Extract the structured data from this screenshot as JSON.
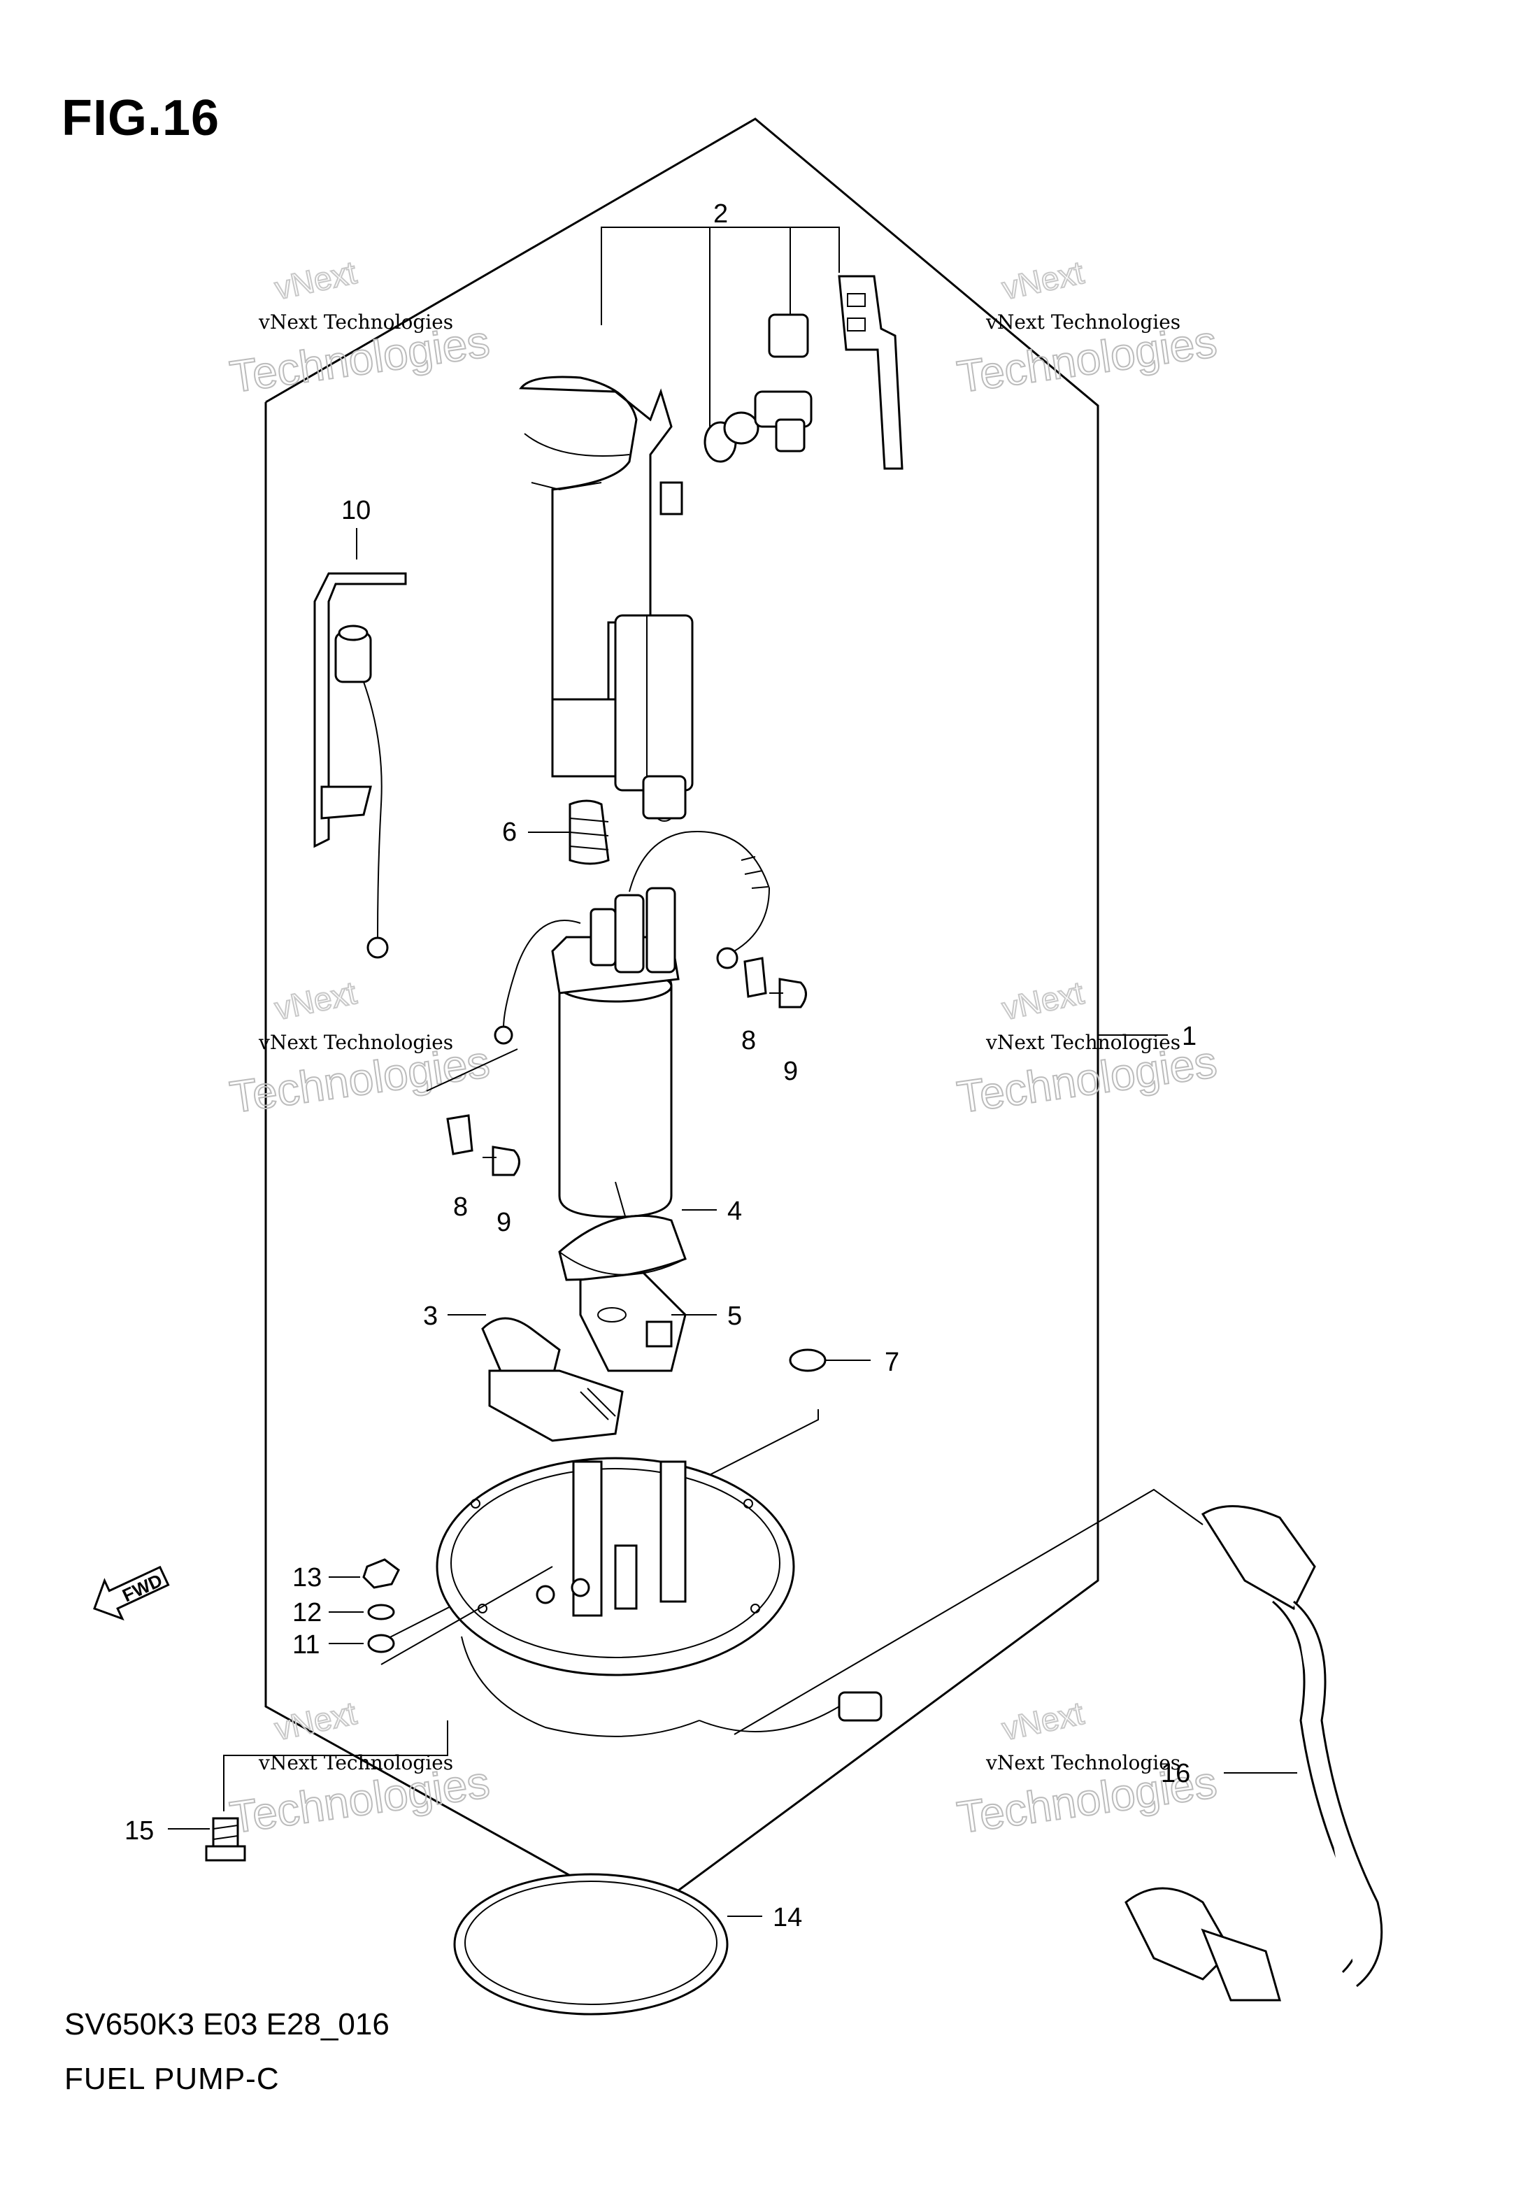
{
  "figure": {
    "title": "FIG.16",
    "code": "SV650K3 E03 E28_016",
    "name": "FUEL PUMP-C"
  },
  "callouts": [
    "1",
    "2",
    "3",
    "4",
    "5",
    "6",
    "7",
    "8",
    "9",
    "10",
    "11",
    "12",
    "13",
    "14",
    "15",
    "16"
  ],
  "callout_extra": {
    "8b": "8",
    "9b": "9"
  },
  "watermark": {
    "line1": "vNext Technologies",
    "line2": "Technologies",
    "line3": "vNext"
  },
  "fwd_label": "FWD",
  "colors": {
    "line": "#000000",
    "watermark": "#bcbcbc",
    "background": "#ffffff"
  }
}
